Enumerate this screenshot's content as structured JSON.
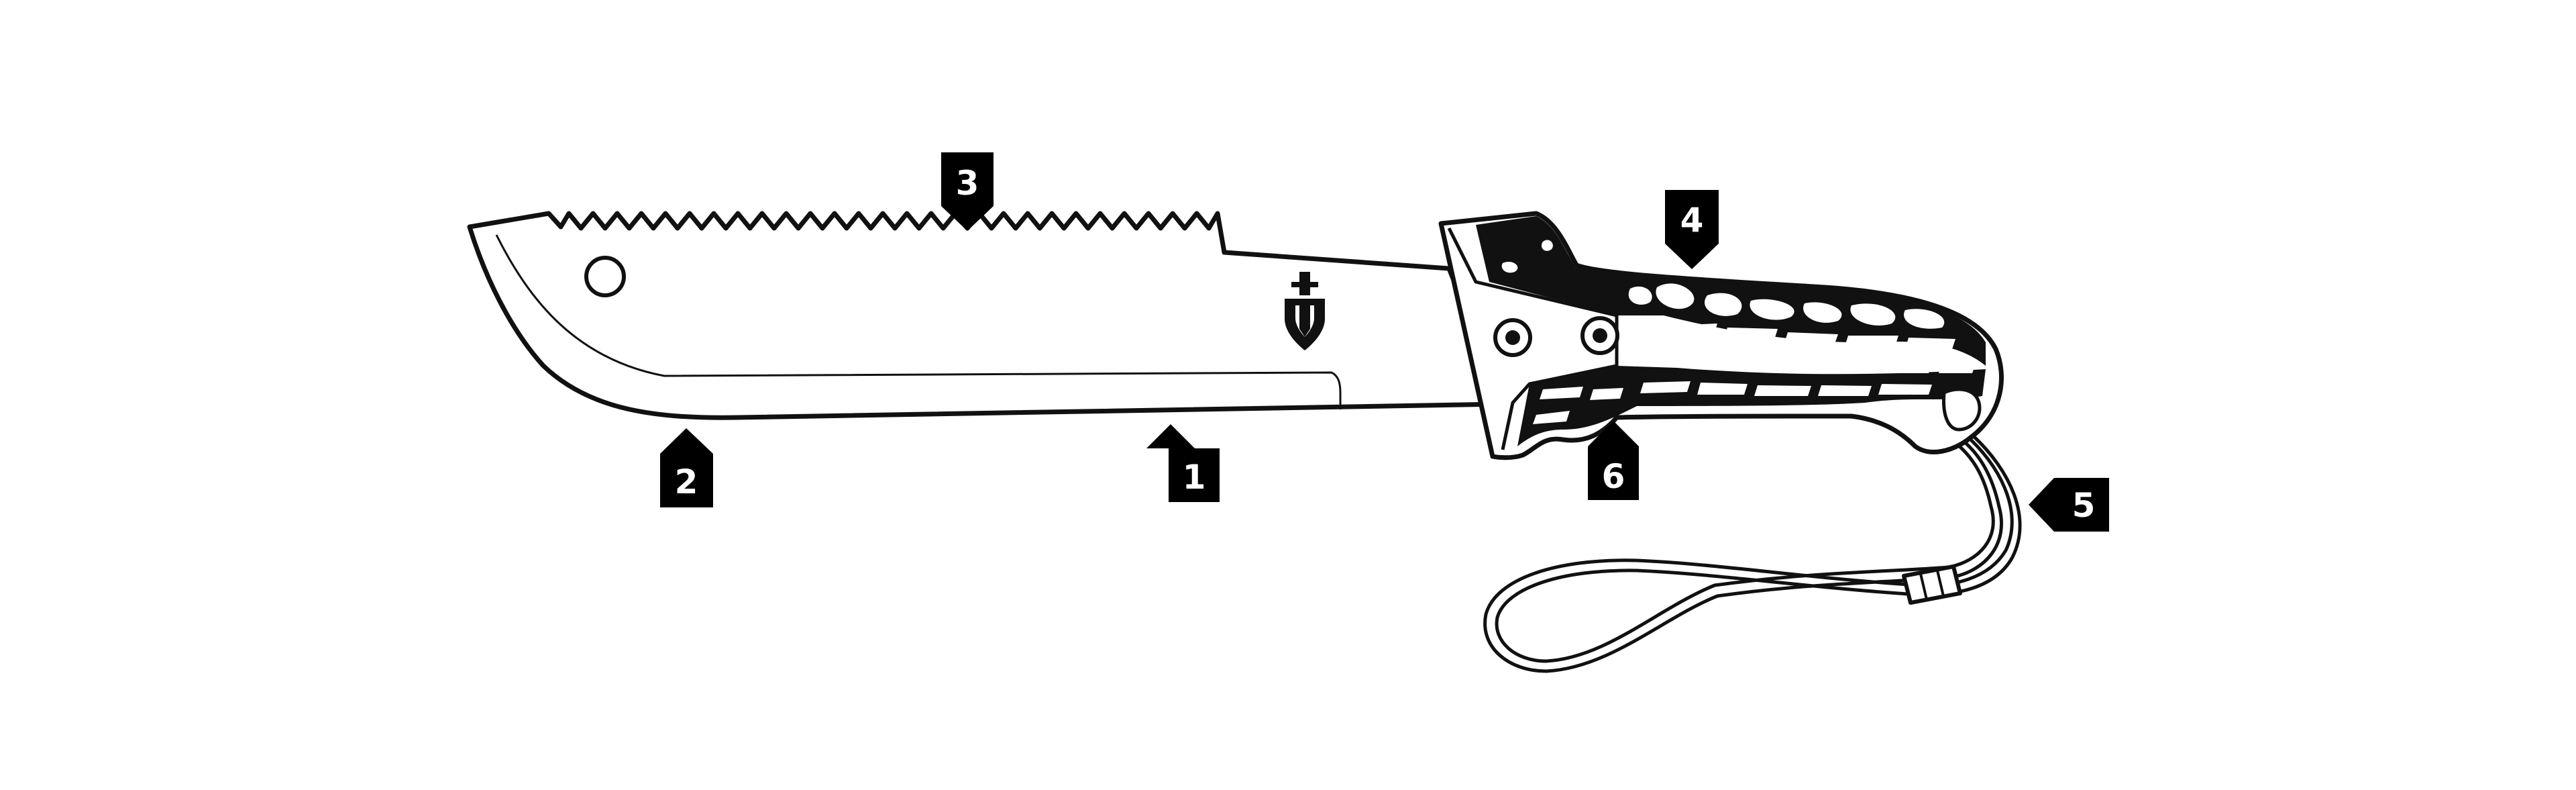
{
  "diagram": {
    "colors": {
      "ink": "#111111",
      "paper": "#ffffff",
      "callout": "#000000",
      "callout_text": "#ffffff"
    },
    "logo_icon": "gerber-logo-icon",
    "callouts": [
      {
        "id": "blade",
        "label": "1",
        "pointer": "up"
      },
      {
        "id": "tip",
        "label": "2",
        "pointer": "up"
      },
      {
        "id": "saw-spine",
        "label": "3",
        "pointer": "down"
      },
      {
        "id": "handle",
        "label": "4",
        "pointer": "down"
      },
      {
        "id": "lanyard",
        "label": "5",
        "pointer": "left"
      },
      {
        "id": "finger-guard",
        "label": "6",
        "pointer": "up"
      }
    ]
  }
}
